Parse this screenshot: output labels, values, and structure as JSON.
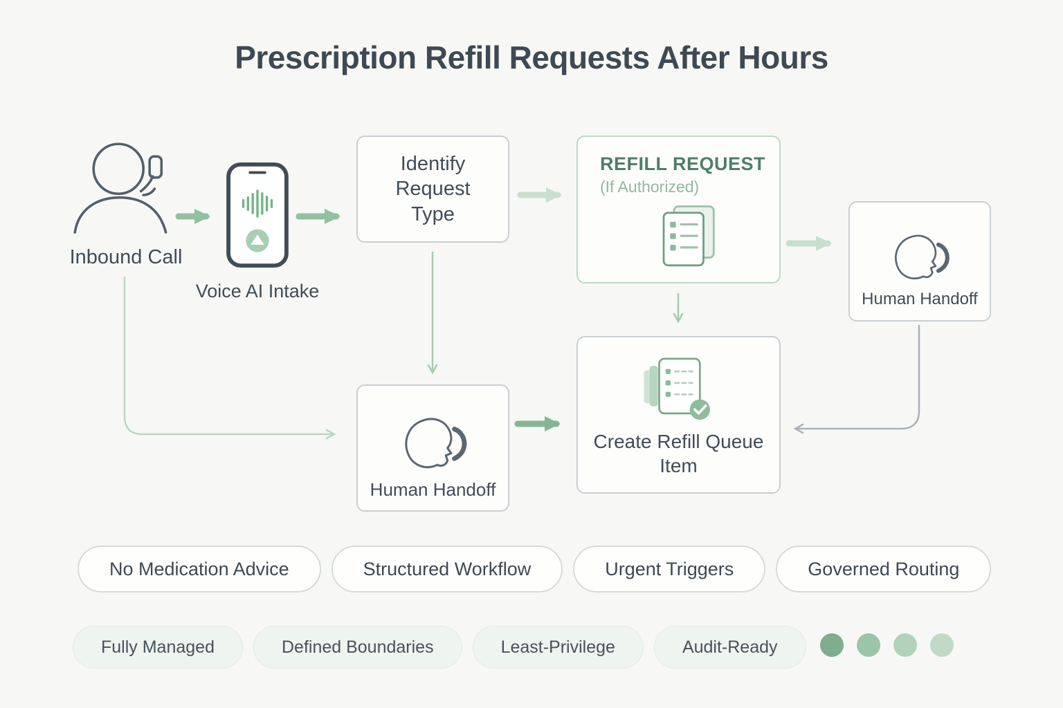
{
  "title": "Prescription Refill Requests After Hours",
  "colors": {
    "background": "#f7f8f6",
    "title_text": "#3e4953",
    "accent_green_bold": "#93c0a0",
    "accent_green_light": "#c8dfcd",
    "accent_green_mid": "#85b693",
    "thin_green": "#a6cbb0",
    "thin_green_light": "#b9d7c0",
    "gray_line": "#aab1b6",
    "box_border": "#c9ced2",
    "green_box_border": "#bdd8c4",
    "refill_title_green": "#4e7f66",
    "text": "#414c56"
  },
  "nodes": {
    "inbound_call": {
      "label": "Inbound Call",
      "icon": "person-talking-icon"
    },
    "voice_ai_intake": {
      "label": "Voice AI Intake",
      "icon": "phone-waveform-icon"
    },
    "identify_request_type": {
      "label": "Identify Request Type"
    },
    "refill_request": {
      "title": "REFILL REQUEST",
      "subtitle": "(If Authorized)",
      "icon": "documents-icon"
    },
    "human_handoff_top": {
      "label": "Human Handoff",
      "icon": "person-handset-icon"
    },
    "human_handoff_bottom": {
      "label": "Human Handoff",
      "icon": "person-handset-icon"
    },
    "create_refill_queue": {
      "label": "Create Refill Queue Item",
      "icon": "document-check-icon"
    }
  },
  "badges_row1": [
    {
      "label": "No Medication Advice"
    },
    {
      "label": "Structured Workflow"
    },
    {
      "label": "Urgent Triggers"
    },
    {
      "label": "Governed Routing"
    }
  ],
  "badges_row2": [
    {
      "label": "Fully Managed"
    },
    {
      "label": "Defined Boundaries"
    },
    {
      "label": "Least-Privilege"
    },
    {
      "label": "Audit-Ready"
    }
  ],
  "progress_dots": {
    "count": 4,
    "colors": [
      "#7fad8e",
      "#9cc4a6",
      "#b2d2ba",
      "#c0dac6"
    ]
  }
}
